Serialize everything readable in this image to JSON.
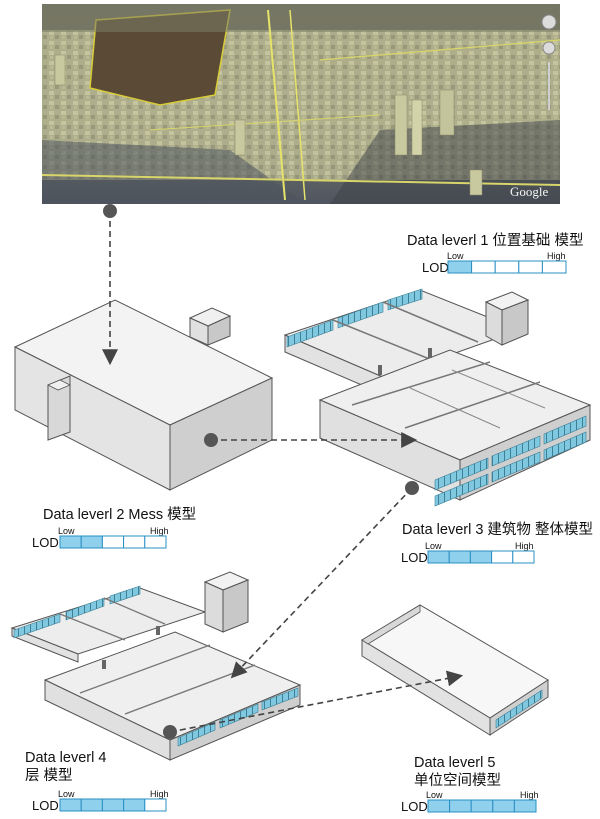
{
  "aerial": {
    "watermark": "Google"
  },
  "levels": [
    {
      "id": "level1",
      "title": "Data leverl 1 位置基础 模型",
      "lod_label": "LOD",
      "low": "Low",
      "high": "High",
      "filled": 1,
      "total": 5
    },
    {
      "id": "level2",
      "title": "Data leverl 2 Mess 模型",
      "lod_label": "LOD",
      "low": "Low",
      "high": "High",
      "filled": 2,
      "total": 5
    },
    {
      "id": "level3",
      "title": "Data leverl 3 建筑物 整体模型",
      "lod_label": "LOD",
      "low": "Low",
      "high": "High",
      "filled": 3,
      "total": 5
    },
    {
      "id": "level4",
      "title_line1": "Data leverl 4",
      "title_line2": "层 模型",
      "lod_label": "LOD",
      "low": "Low",
      "high": "High",
      "filled": 4,
      "total": 5
    },
    {
      "id": "level5",
      "title_line1": "Data leverl 5",
      "title_line2": "单位空间模型",
      "lod_label": "LOD",
      "low": "Low",
      "high": "High",
      "filled": 5,
      "total": 5
    }
  ],
  "colors": {
    "lod_fill": "#8fd0ec",
    "lod_border": "#2a8fc4",
    "window": "#7fc8e0",
    "wall": "#e6e6e6",
    "floor": "#f2f2f2",
    "arrow": "#444444"
  }
}
